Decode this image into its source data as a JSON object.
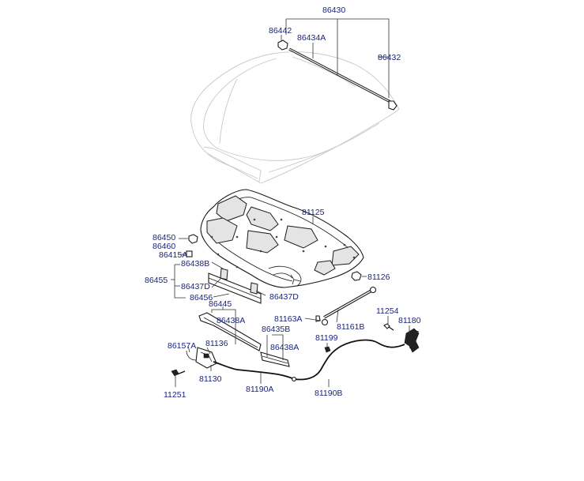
{
  "labels": {
    "p86430": "86430",
    "p86442": "86442",
    "p86434A": "86434A",
    "p86432": "86432",
    "p81125": "81125",
    "p86450": "86450",
    "p86460": "86460",
    "p86415A": "86415A",
    "p86438B": "86438B",
    "p86455": "86455",
    "p86437D_left": "86437D",
    "p86456": "86456",
    "p86437D_right": "86437D",
    "p81126": "81126",
    "p86445": "86445",
    "p86438A_top": "86438A",
    "p86435B": "86435B",
    "p86438A_right": "86438A",
    "p81163A": "81163A",
    "p81161B": "81161B",
    "p11254": "11254",
    "p81180": "81180",
    "p81199": "81199",
    "p86157A": "86157A",
    "p81136": "81136",
    "p81130": "81130",
    "p11251": "11251",
    "p81190A": "81190A",
    "p81190B": "81190B"
  }
}
